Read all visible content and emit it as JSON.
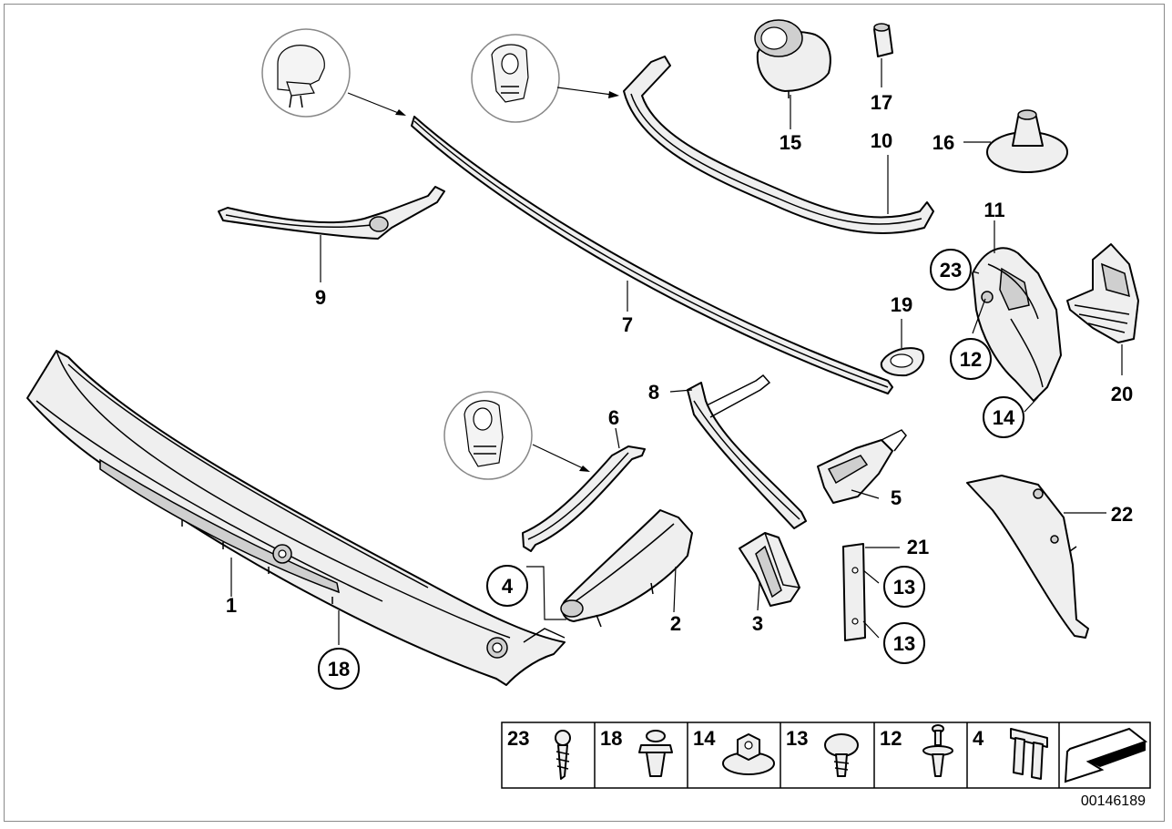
{
  "drawing_id": "00146189",
  "labels": {
    "l1": "1",
    "l2": "2",
    "l3": "3",
    "l4": "4",
    "l5": "5",
    "l6": "6",
    "l7": "7",
    "l8": "8",
    "l9": "9",
    "l10": "10",
    "l11": "11",
    "l12": "12",
    "l13a": "13",
    "l13b": "13",
    "l14": "14",
    "l15": "15",
    "l16": "16",
    "l17": "17",
    "l18": "18",
    "l19": "19",
    "l20": "20",
    "l21": "21",
    "l22": "22",
    "l23": "23"
  },
  "legend": [
    "23",
    "18",
    "14",
    "13",
    "12",
    "4"
  ]
}
